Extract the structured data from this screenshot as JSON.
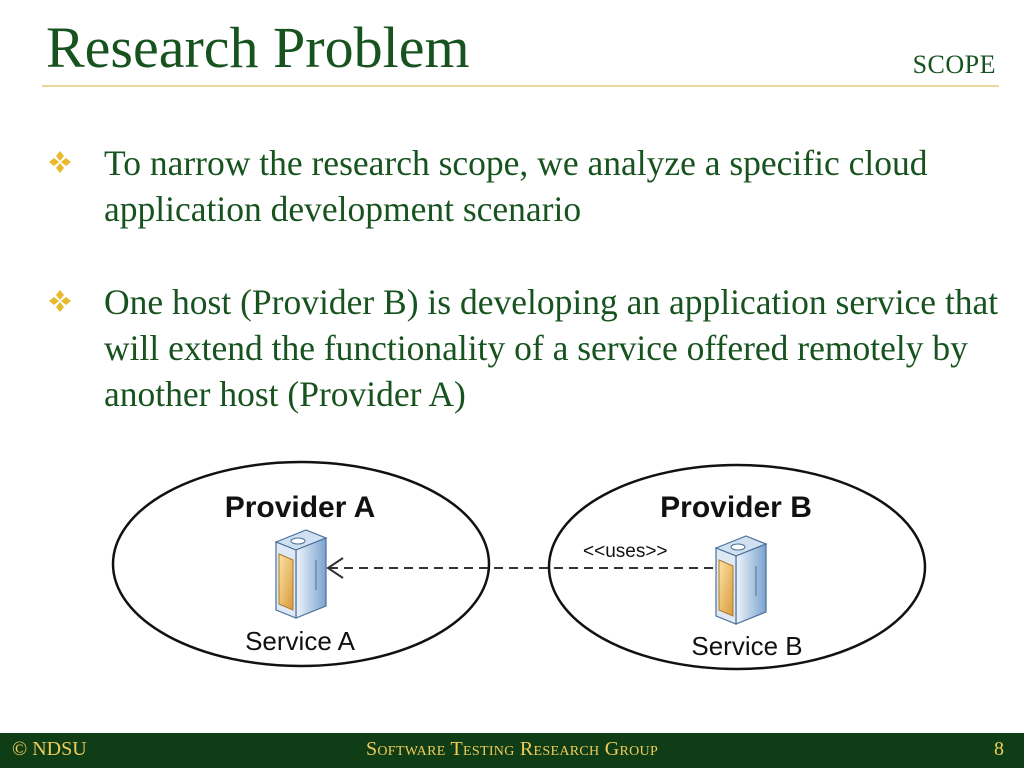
{
  "slide": {
    "title": "Research Problem",
    "section": "SCOPE"
  },
  "bullets": [
    "To narrow the research scope, we analyze a specific cloud application development scenario",
    "One host (Provider B) is developing an application service that will extend the functionality of a service offered remotely by another host (Provider A)"
  ],
  "diagram": {
    "provider_a": {
      "title": "Provider A",
      "service": "Service A"
    },
    "provider_b": {
      "title": "Provider B",
      "service": "Service B"
    },
    "dependency_label": "<<uses>>"
  },
  "footer": {
    "left": "© NDSU",
    "center": "Software Testing Research Group",
    "page_number": "8"
  },
  "colors": {
    "title_green": "#17531f",
    "footer_bg": "#0f3d16",
    "footer_text": "#f0cb5a",
    "bullet_gold": "#e8b82d",
    "rule": "#e9d79b"
  }
}
